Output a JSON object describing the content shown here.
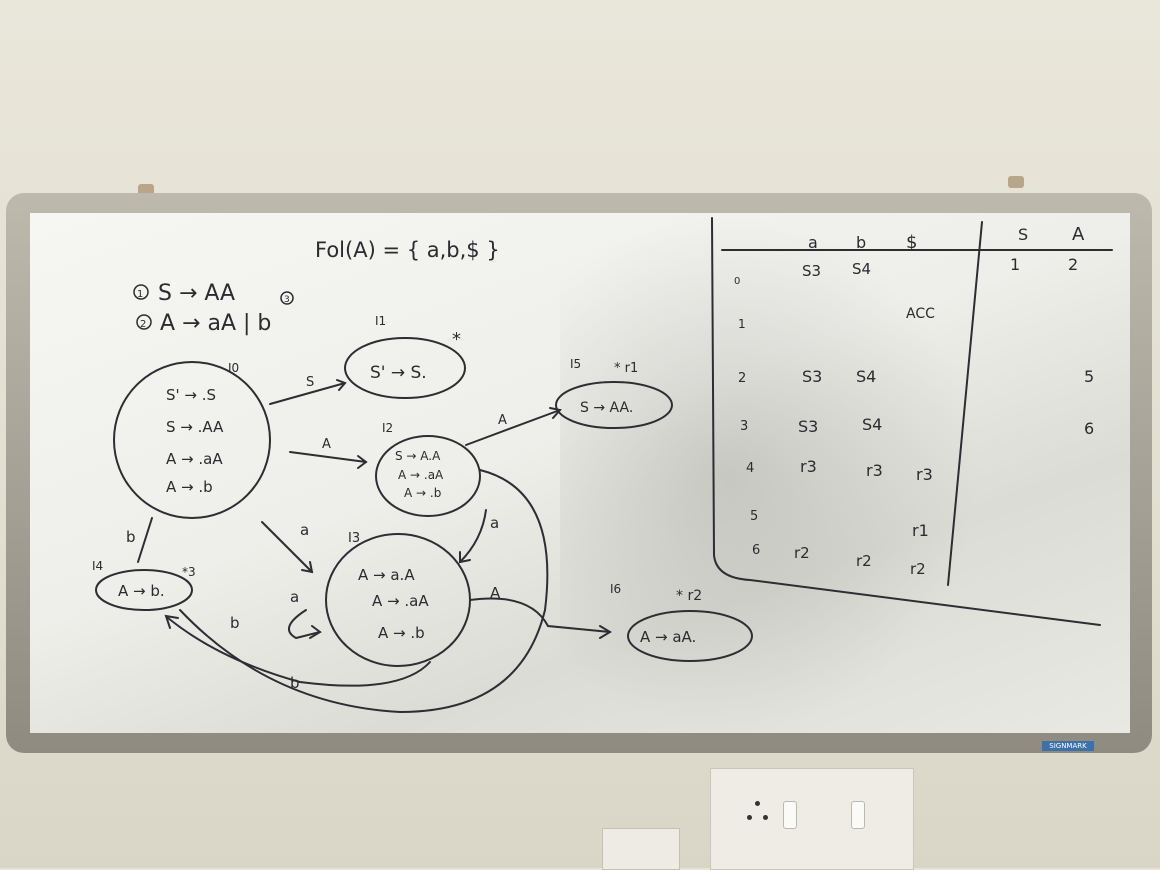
{
  "whiteboard": {
    "follow_set": "Fol(A) = { a,b,$ }",
    "productions": [
      "S → AA",
      "A → aA | b"
    ],
    "production_numbers": [
      "1",
      "2",
      "3"
    ],
    "states": [
      {
        "label": "I0",
        "items": [
          "S' → .S",
          "S → .AA",
          "A → .aA",
          "A → .b"
        ]
      },
      {
        "label": "I1",
        "items": [
          "S' → S."
        ],
        "mark": "*"
      },
      {
        "label": "I2",
        "items": [
          "S → A.A",
          "A → .aA",
          "A → .b"
        ]
      },
      {
        "label": "I3",
        "items": [
          "A → a.A",
          "A → .aA",
          "A → .b"
        ]
      },
      {
        "label": "I4",
        "items": [
          "A → b."
        ],
        "mark": "*3"
      },
      {
        "label": "I5",
        "items": [
          "S → AA."
        ],
        "mark": "* r1"
      },
      {
        "label": "I6",
        "items": [
          "A → aA."
        ],
        "mark": "* r2"
      }
    ],
    "transitions": [
      "S",
      "A",
      "a",
      "b",
      "A",
      "a",
      "A",
      "a",
      "b",
      "b"
    ],
    "table": {
      "action_headers": [
        "a",
        "b",
        "$"
      ],
      "goto_headers": [
        "S",
        "A"
      ],
      "rows": [
        {
          "state": "0",
          "a": "S3",
          "b": "S4",
          "d": "",
          "S": "1",
          "A": "2"
        },
        {
          "state": "1",
          "a": "",
          "b": "",
          "d": "ACC",
          "S": "",
          "A": ""
        },
        {
          "state": "2",
          "a": "S3",
          "b": "S4",
          "d": "",
          "S": "",
          "A": "5"
        },
        {
          "state": "3",
          "a": "S3",
          "b": "S4",
          "d": "",
          "S": "",
          "A": "6"
        },
        {
          "state": "4",
          "a": "r3",
          "b": "r3",
          "d": "r3",
          "S": "",
          "A": ""
        },
        {
          "state": "5",
          "a": "",
          "b": "",
          "d": "r1",
          "S": "",
          "A": ""
        },
        {
          "state": "6",
          "a": "r2",
          "b": "r2",
          "d": "r2",
          "S": "",
          "A": ""
        }
      ]
    },
    "brand": "SIGNMARK"
  }
}
